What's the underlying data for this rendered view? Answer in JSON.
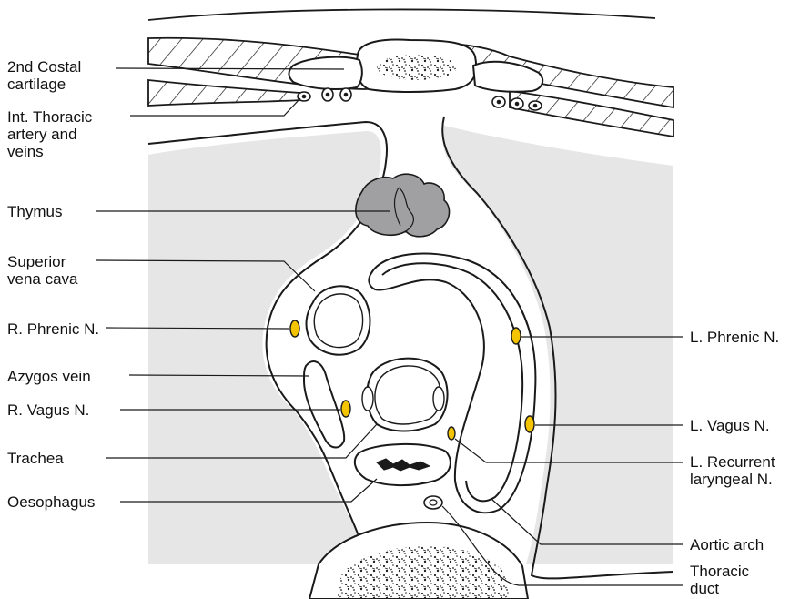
{
  "labels": {
    "costal_cartilage": "2nd Costal\ncartilage",
    "int_thoracic": "Int. Thoracic\nartery and\nveins",
    "thymus": "Thymus",
    "svc": "Superior\nvena cava",
    "r_phrenic": "R. Phrenic N.",
    "azygos": "Azygos vein",
    "r_vagus": "R. Vagus N.",
    "trachea": "Trachea",
    "oesophagus": "Oesophagus",
    "l_phrenic": "L. Phrenic N.",
    "l_vagus": "L. Vagus N.",
    "l_recurrent": "L. Recurrent\nlaryngeal N.",
    "aortic_arch": "Aortic arch",
    "thoracic_duct": "Thoracic\nduct"
  },
  "colors": {
    "pleura_fill": "#e6e6e6",
    "nerve_fill": "#f4c400",
    "thymus_fill": "#a0a0a2",
    "outline": "#1a1a1a"
  }
}
